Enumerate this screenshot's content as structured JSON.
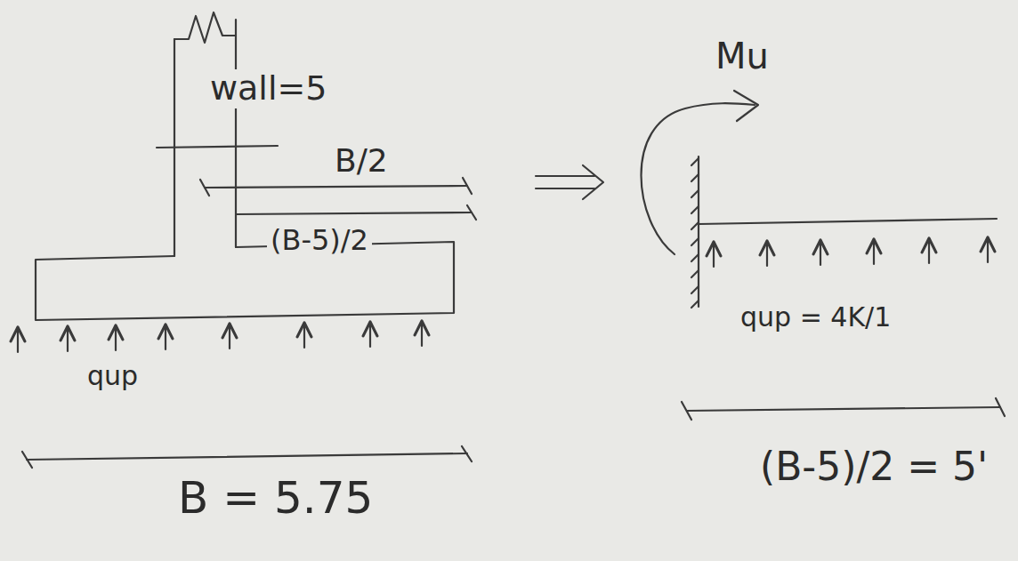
{
  "diagram": {
    "labels": [
      "wall=5",
      "B/2",
      "(B-5)/2",
      "qup",
      "B = 5.75",
      "Mu",
      "qup = 4K/1",
      "(B-5)/2 = 5'"
    ]
  }
}
